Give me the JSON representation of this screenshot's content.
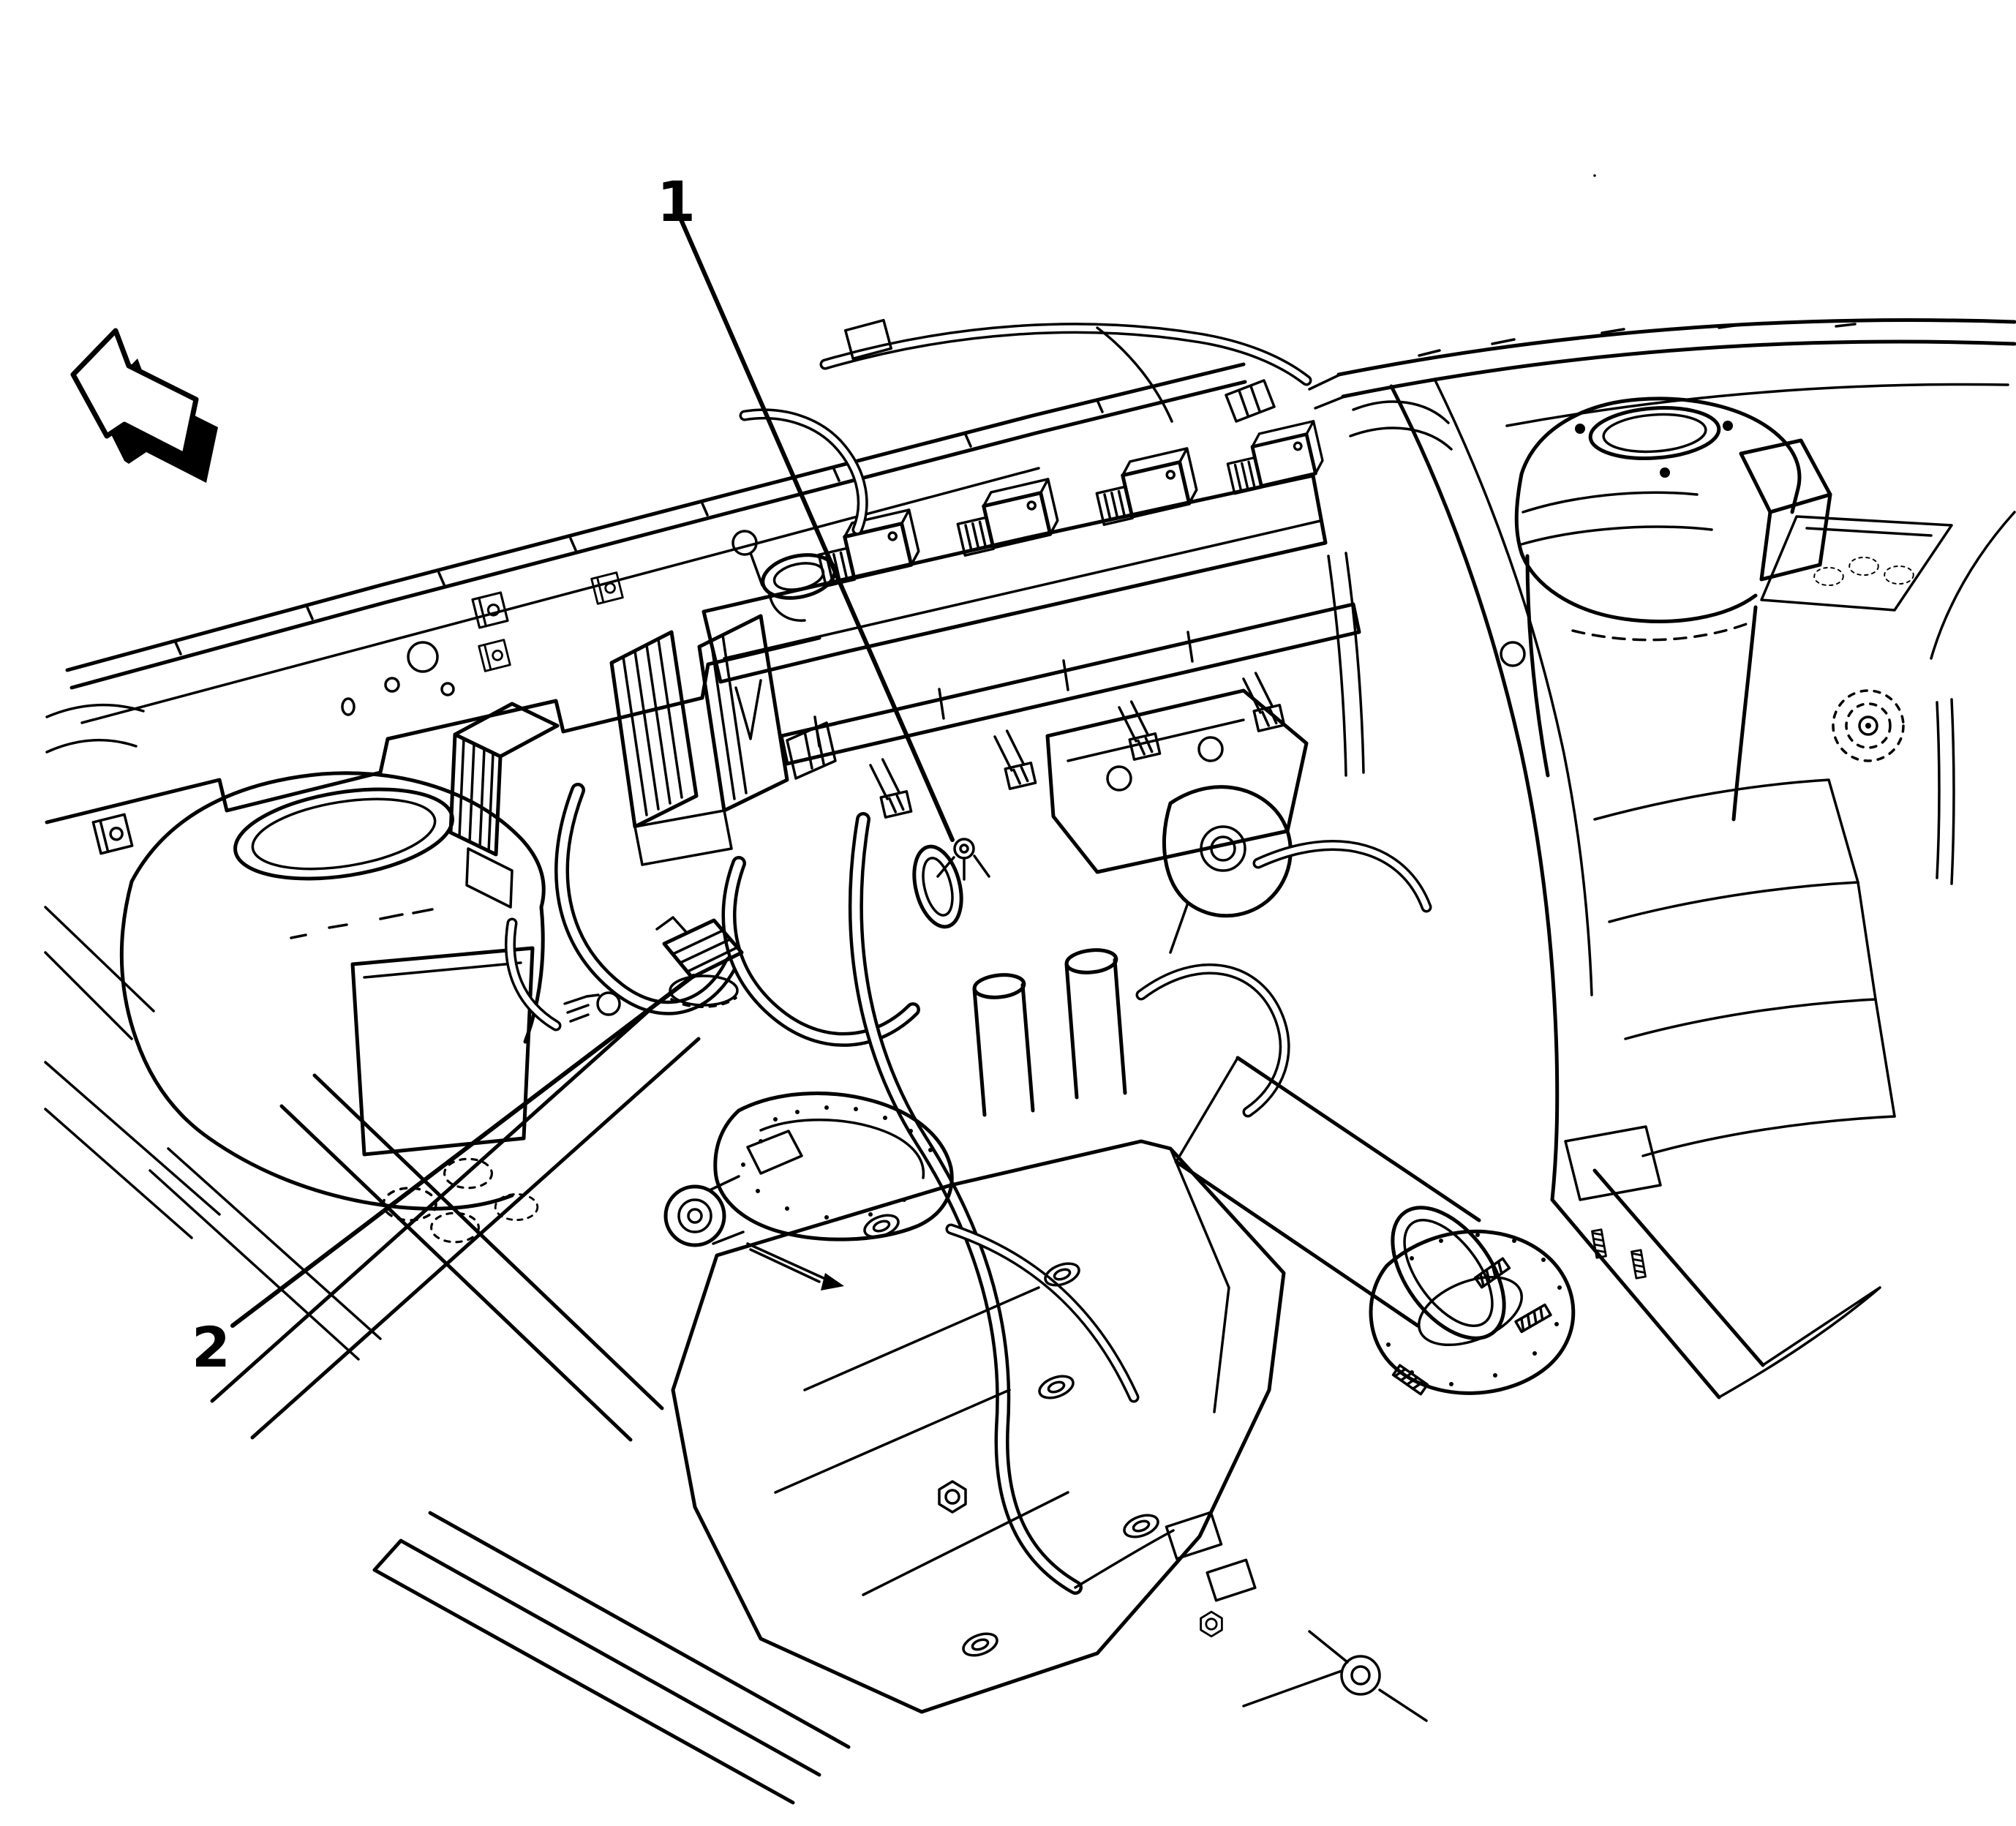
{
  "figure": {
    "kind": "engine-compartment-line-illustration",
    "colors": {
      "background": "#ffffff",
      "line": "#000000"
    }
  },
  "callouts": [
    {
      "label": "1"
    },
    {
      "label": "2"
    }
  ],
  "direction_arrow": {
    "symbol": "block-arrow",
    "direction": "upper-left"
  }
}
